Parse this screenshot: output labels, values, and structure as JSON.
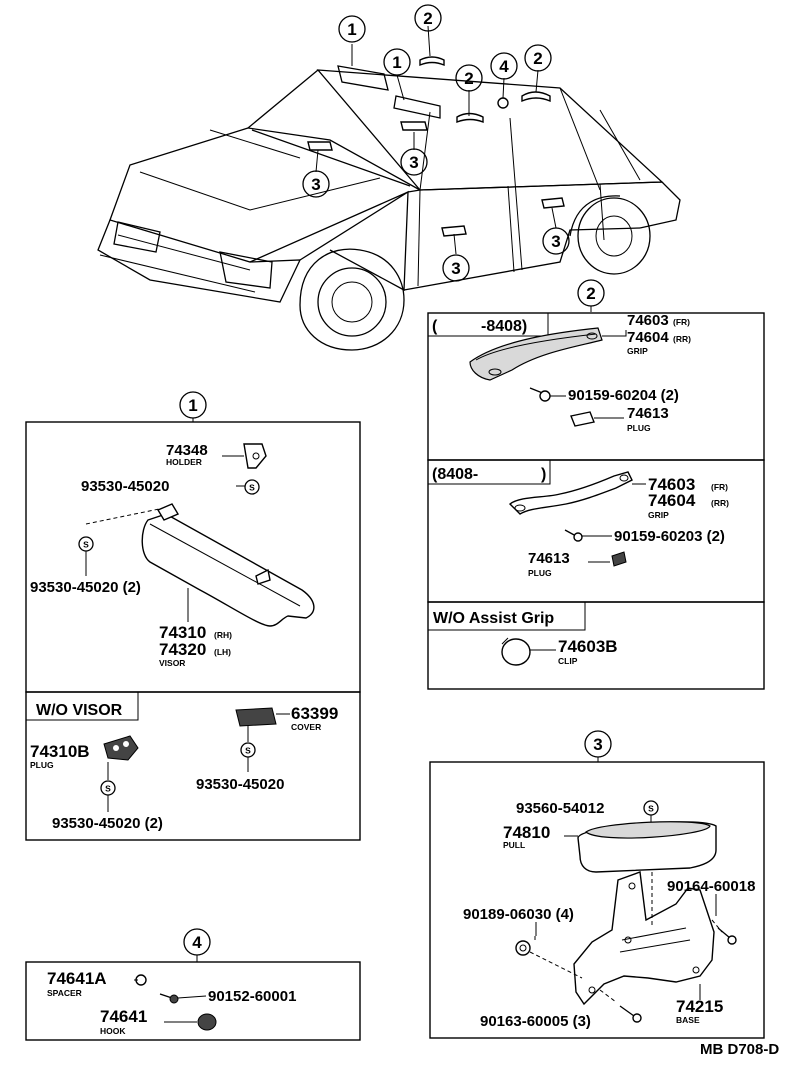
{
  "callouts": {
    "c1": "1",
    "c2": "2",
    "c3": "3",
    "c4": "4"
  },
  "sec2a": {
    "header_open": "(",
    "header_code": "-8408)",
    "grip_fr_no": "74603",
    "grip_fr_sup": "(FR)",
    "grip_rr_no": "74604",
    "grip_rr_sup": "(RR)",
    "grip_name": "GRIP",
    "screw": "90159-60204 (2)",
    "plug_no": "74613",
    "plug_name": "PLUG"
  },
  "sec2b": {
    "header_code": "(8408-",
    "header_close": ")",
    "grip_fr_no": "74603",
    "grip_fr_sup": "(FR)",
    "grip_rr_no": "74604",
    "grip_rr_sup": "(RR)",
    "grip_name": "GRIP",
    "screw": "90159-60203 (2)",
    "plug_no": "74613",
    "plug_name": "PLUG"
  },
  "sec2c": {
    "header": "W/O Assist Grip",
    "clip_no": "74603B",
    "clip_name": "CLIP"
  },
  "sec1": {
    "holder_no": "74348",
    "holder_name": "HOLDER",
    "screw_top": "93530-45020",
    "screw_left": "93530-45020 (2)",
    "visor_rh_no": "74310",
    "visor_rh_sup": "(RH)",
    "visor_lh_no": "74320",
    "visor_lh_sup": "(LH)",
    "visor_name": "VISOR",
    "s_mark": "S"
  },
  "sec1b": {
    "header": "W/O VISOR",
    "plug_no": "74310B",
    "plug_name": "PLUG",
    "screw_left": "93530-45020 (2)",
    "cover_no": "63399",
    "cover_name": "COVER",
    "screw_right": "93530-45020"
  },
  "sec3": {
    "screw_top": "93560-54012",
    "pull_no": "74810",
    "pull_name": "PULL",
    "nut": "90189-06030 (4)",
    "screw_right": "90164-60018",
    "base_no": "74215",
    "base_name": "BASE",
    "screw_bottom": "90163-60005 (3)"
  },
  "sec4": {
    "spacer_no": "74641A",
    "spacer_name": "SPACER",
    "screw": "90152-60001",
    "hook_no": "74641",
    "hook_name": "HOOK"
  },
  "footer": {
    "code": "MB D708-D"
  }
}
